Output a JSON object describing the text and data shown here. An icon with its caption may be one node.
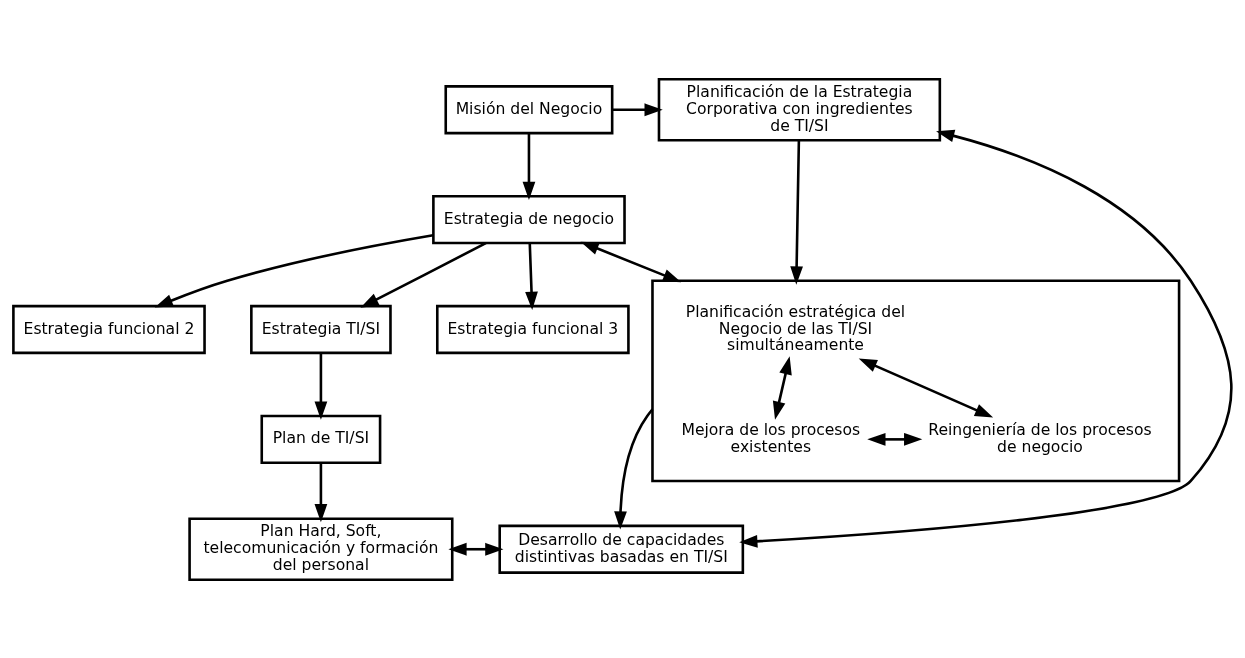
{
  "diagram": {
    "nodes": [
      {
        "text": [
          "Misión del Negocio"
        ]
      },
      {
        "text": [
          "Planificación de la Estrategia Corporativa con ingredientes de TI/SI"
        ]
      },
      {
        "text": [
          "Estrategia de negocio"
        ]
      },
      {
        "text": [],
        "shape": "box"
      },
      {
        "text": [
          "Planificación estratégica del Negocio de las TI/SI simultáneamente"
        ],
        "in": 3
      },
      {
        "text": [
          "Mejora de los procesos existentes"
        ],
        "in": 3
      },
      {
        "text": [
          "Reingeniería de los procesos de negocio"
        ],
        "in": 3
      },
      {
        "text": [
          "Estrategia funcional 3"
        ]
      },
      {
        "text": [
          "Estrategia funcional 2"
        ]
      },
      {
        "text": [
          "Estrategia TI/SI"
        ]
      },
      {
        "text": [
          "Plan de TI/SI"
        ]
      },
      {
        "text": [
          "Plan Hard, Soft, telecomunicación y formación del personal"
        ]
      },
      {
        "text": [
          "Desarrollo de capacidades distintivas basadas en TI/SI"
        ]
      }
    ],
    "edges": [
      {
        "from": 0,
        "to": 1,
        "arrow": "to"
      },
      {
        "from": 0,
        "to": 2,
        "arrow": "to"
      },
      {
        "from": 1,
        "to": 3,
        "arrow": "to"
      },
      {
        "from": 2,
        "to": 3,
        "arrow": "both"
      },
      {
        "from": 4,
        "to": 5,
        "arrow": "both"
      },
      {
        "from": 4,
        "to": 6,
        "arrow": "both"
      },
      {
        "from": 5,
        "to": 6,
        "arrow": "both"
      },
      {
        "from": 2,
        "to": 7,
        "arrow": "to"
      },
      {
        "from": 2,
        "to": 8,
        "arrow": "to"
      },
      {
        "from": 2,
        "to": 9,
        "arrow": "to"
      },
      {
        "from": 9,
        "to": 10,
        "arrow": "to"
      },
      {
        "from": 10,
        "to": 11,
        "arrow": "to"
      },
      {
        "from": 11,
        "to": 12,
        "arrow": "both"
      },
      {
        "from": 3,
        "to": 12,
        "arrow": "to"
      },
      {
        "from": 12,
        "to": 1,
        "arrow": "both"
      }
    ]
  }
}
